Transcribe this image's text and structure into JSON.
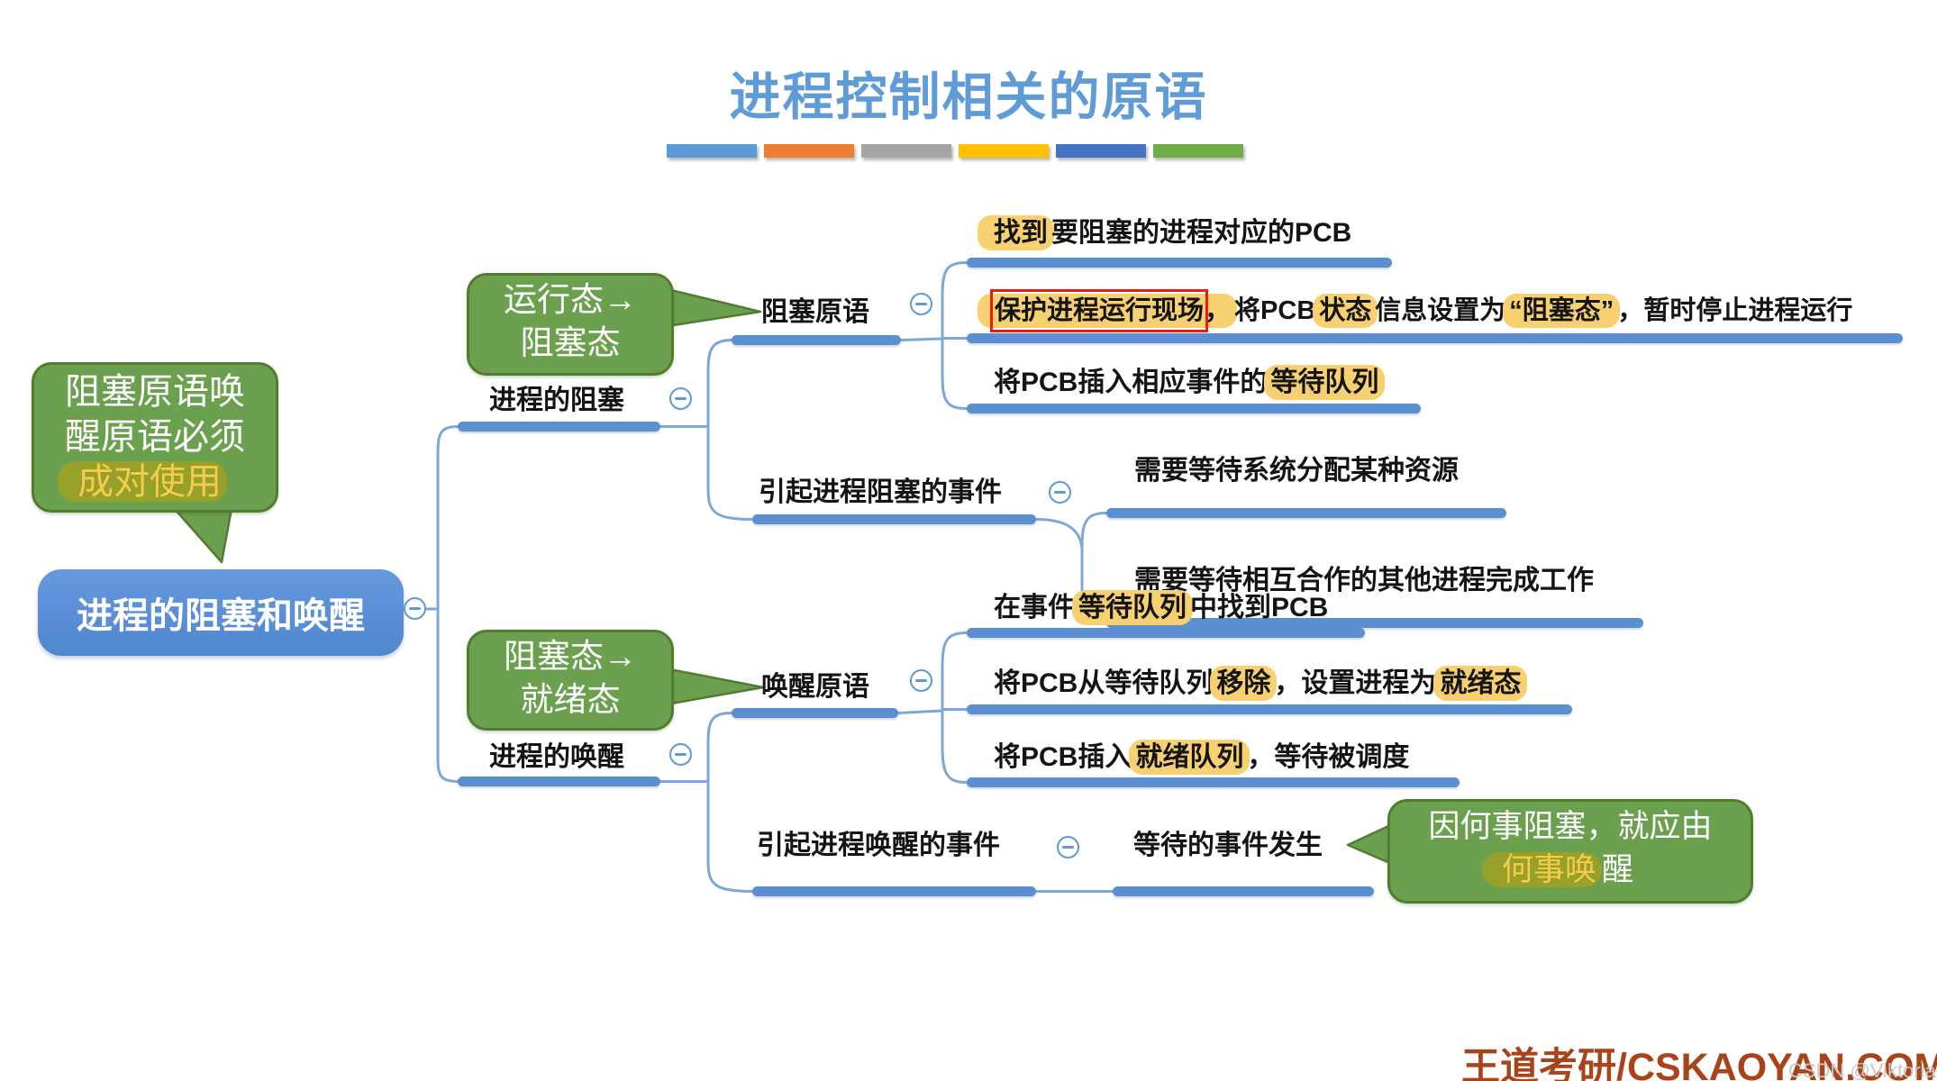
{
  "title": "进程控制相关的原语",
  "accent_bars": [
    "#5B9BD5",
    "#ED7D31",
    "#A5A5A5",
    "#FFC000",
    "#4472C4",
    "#70AD47"
  ],
  "root": {
    "label": "进程的阻塞和唤醒"
  },
  "callouts": {
    "pair_note": {
      "line1": "阻塞原语唤",
      "line2": "醒原语必须",
      "line3": "成对使用"
    },
    "run_to_block": {
      "line1": "运行态→",
      "line2": "阻塞态"
    },
    "block_to_ready": {
      "line1": "阻塞态→",
      "line2": "就绪态"
    },
    "wake_reason": {
      "line1": "因何事阻塞，就应由",
      "line2_hl": "何事",
      "line2_mid": "唤",
      "line2_rest": "醒"
    }
  },
  "block_branch": {
    "label": "进程的阻塞",
    "primitive": {
      "label": "阻塞原语",
      "steps": [
        {
          "hl1": "找到",
          "t1": "要阻塞的进程对应的PCB"
        },
        {
          "boxed": "保护进程运行现场",
          "comma": "，",
          "t1": "将PCB",
          "hl2": "状态",
          "t2": "信息设置为",
          "hl3": "“阻塞态”",
          "t3": "，暂时停止进程运行"
        },
        {
          "t1": "将PCB插入相应事件的",
          "hl1": "等待队列"
        }
      ]
    },
    "events": {
      "label": "引起进程阻塞的事件",
      "items": [
        "需要等待系统分配某种资源",
        "需要等待相互合作的其他进程完成工作"
      ]
    }
  },
  "wake_branch": {
    "label": "进程的唤醒",
    "primitive": {
      "label": "唤醒原语",
      "steps": [
        {
          "t1": "在事件",
          "hl1": "等待队列",
          "t2": "中找到PCB"
        },
        {
          "t1": "将PCB从等待队列",
          "hl1": "移除",
          "t2": "，设置进程为",
          "hl2": "就绪态"
        },
        {
          "t1": "将PCB插入",
          "hl1": "就绪队列",
          "t2": "，等待被调度"
        }
      ]
    },
    "events": {
      "label": "引起进程唤醒的事件",
      "items": [
        "等待的事件发生"
      ]
    }
  },
  "footer": {
    "brand": "王道考研/CSKAOYAN.COM",
    "watermark": "CSDN @Viktoriae"
  },
  "icons": {
    "collapse": "minus-in-circle"
  },
  "colors": {
    "title_blue": "#5E9BD7",
    "branch_bar_blue": "#5B8FD0",
    "connector_blue": "#7BA7DC",
    "bubble_green": "#6BA14E",
    "bubble_border_green": "#527C31",
    "highlight_yellow": "#F7D171",
    "olive_highlight": "#97A028",
    "red_box": "#EC1C12",
    "footer_red": "#A9431B"
  }
}
